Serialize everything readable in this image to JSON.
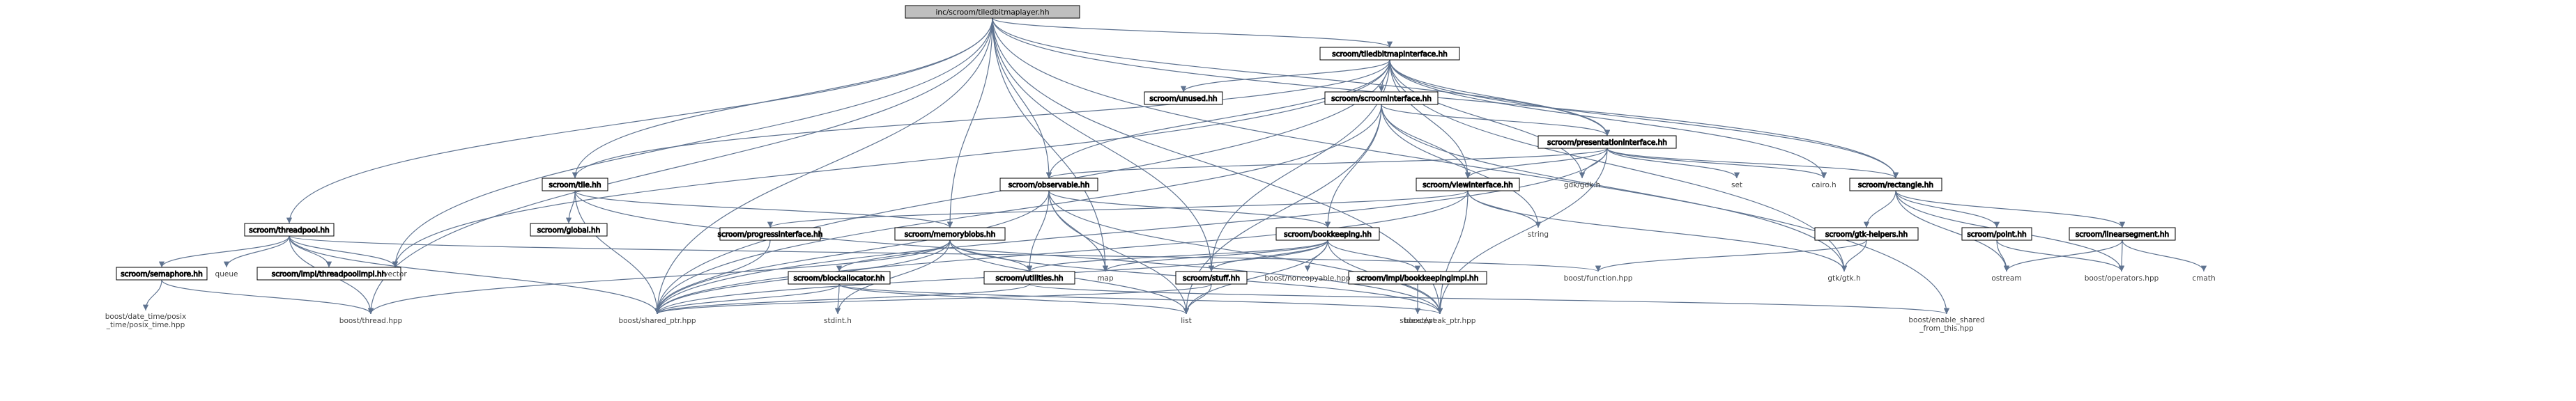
{
  "graph": {
    "root": "inc/scroom/tiledbitmaplayer.hh",
    "nodes": [
      {
        "id": "root",
        "lines": [
          "inc/scroom/tiledbitmaplayer.hh"
        ],
        "kind": "root"
      },
      {
        "id": "tbi",
        "lines": [
          "scroom/tiledbitmapinterface.hh"
        ],
        "kind": "box"
      },
      {
        "id": "unused",
        "lines": [
          "scroom/unused.hh"
        ],
        "kind": "box"
      },
      {
        "id": "scroomif",
        "lines": [
          "scroom/scroominterface.hh"
        ],
        "kind": "box"
      },
      {
        "id": "presif",
        "lines": [
          "scroom/presentationinterface.hh"
        ],
        "kind": "box"
      },
      {
        "id": "rect",
        "lines": [
          "scroom/rectangle.hh"
        ],
        "kind": "box"
      },
      {
        "id": "tile",
        "lines": [
          "scroom/tile.hh"
        ],
        "kind": "box"
      },
      {
        "id": "observable",
        "lines": [
          "scroom/observable.hh"
        ],
        "kind": "box"
      },
      {
        "id": "viewif",
        "lines": [
          "scroom/viewinterface.hh"
        ],
        "kind": "box"
      },
      {
        "id": "global",
        "lines": [
          "scroom/global.hh"
        ],
        "kind": "box"
      },
      {
        "id": "threadpool",
        "lines": [
          "scroom/threadpool.hh"
        ],
        "kind": "box"
      },
      {
        "id": "progress",
        "lines": [
          "scroom/progressinterface.hh"
        ],
        "kind": "box"
      },
      {
        "id": "memblobs",
        "lines": [
          "scroom/memoryblobs.hh"
        ],
        "kind": "box"
      },
      {
        "id": "bookkeeping",
        "lines": [
          "scroom/bookkeeping.hh"
        ],
        "kind": "box"
      },
      {
        "id": "gtkhelpers",
        "lines": [
          "scroom/gtk-helpers.hh"
        ],
        "kind": "box"
      },
      {
        "id": "point",
        "lines": [
          "scroom/point.hh"
        ],
        "kind": "box"
      },
      {
        "id": "linseg",
        "lines": [
          "scroom/linearsegment.hh"
        ],
        "kind": "box"
      },
      {
        "id": "semaphore",
        "lines": [
          "scroom/semaphore.hh"
        ],
        "kind": "box"
      },
      {
        "id": "tpimpl",
        "lines": [
          "scroom/impl/threadpoolimpl.hh"
        ],
        "kind": "box"
      },
      {
        "id": "utilities",
        "lines": [
          "scroom/utilities.hh"
        ],
        "kind": "box"
      },
      {
        "id": "blockalloc",
        "lines": [
          "scroom/blockallocator.hh"
        ],
        "kind": "box"
      },
      {
        "id": "stuff",
        "lines": [
          "scroom/stuff.hh"
        ],
        "kind": "box"
      },
      {
        "id": "bkimpl",
        "lines": [
          "scroom/impl/bookkeepingimpl.hh"
        ],
        "kind": "box"
      },
      {
        "id": "vector",
        "lines": [
          "vector"
        ],
        "kind": "plain"
      },
      {
        "id": "queue",
        "lines": [
          "queue"
        ],
        "kind": "plain"
      },
      {
        "id": "map",
        "lines": [
          "map"
        ],
        "kind": "plain"
      },
      {
        "id": "string",
        "lines": [
          "string"
        ],
        "kind": "plain"
      },
      {
        "id": "set",
        "lines": [
          "set"
        ],
        "kind": "plain"
      },
      {
        "id": "cairo",
        "lines": [
          "cairo.h"
        ],
        "kind": "plain"
      },
      {
        "id": "gdk",
        "lines": [
          "gdk/gdk.h"
        ],
        "kind": "plain"
      },
      {
        "id": "gtk",
        "lines": [
          "gtk/gtk.h"
        ],
        "kind": "plain"
      },
      {
        "id": "ostream",
        "lines": [
          "ostream"
        ],
        "kind": "plain"
      },
      {
        "id": "cmath",
        "lines": [
          "cmath"
        ],
        "kind": "plain"
      },
      {
        "id": "boostops",
        "lines": [
          "boost/operators.hpp"
        ],
        "kind": "plain"
      },
      {
        "id": "boostfunc",
        "lines": [
          "boost/function.hpp"
        ],
        "kind": "plain"
      },
      {
        "id": "boostnoncopy",
        "lines": [
          "boost/noncopyable.hpp"
        ],
        "kind": "plain"
      },
      {
        "id": "boostthread",
        "lines": [
          "boost/thread.hpp"
        ],
        "kind": "plain"
      },
      {
        "id": "boostshared",
        "lines": [
          "boost/shared_ptr.hpp"
        ],
        "kind": "plain"
      },
      {
        "id": "boostweak",
        "lines": [
          "boost/weak_ptr.hpp"
        ],
        "kind": "plain"
      },
      {
        "id": "boostenable",
        "lines": [
          "boost/enable_shared",
          "_from_this.hpp"
        ],
        "kind": "plain"
      },
      {
        "id": "boostposix",
        "lines": [
          "boost/date_time/posix",
          "_time/posix_time.hpp"
        ],
        "kind": "plain"
      },
      {
        "id": "list",
        "lines": [
          "list"
        ],
        "kind": "plain"
      },
      {
        "id": "stdint",
        "lines": [
          "stdint.h"
        ],
        "kind": "plain"
      },
      {
        "id": "stdexcept",
        "lines": [
          "stdexcept"
        ],
        "kind": "plain"
      }
    ],
    "edges": [
      [
        "root",
        "tbi"
      ],
      [
        "root",
        "presif"
      ],
      [
        "root",
        "rect"
      ],
      [
        "root",
        "tile"
      ],
      [
        "root",
        "observable"
      ],
      [
        "root",
        "threadpool"
      ],
      [
        "root",
        "memblobs"
      ],
      [
        "root",
        "stuff"
      ],
      [
        "root",
        "vector"
      ],
      [
        "root",
        "map"
      ],
      [
        "root",
        "boostthread"
      ],
      [
        "root",
        "boostshared"
      ],
      [
        "root",
        "boostweak"
      ],
      [
        "root",
        "boostenable"
      ],
      [
        "tbi",
        "unused"
      ],
      [
        "tbi",
        "scroomif"
      ],
      [
        "tbi",
        "presif"
      ],
      [
        "tbi",
        "rect"
      ],
      [
        "tbi",
        "tile"
      ],
      [
        "tbi",
        "observable"
      ],
      [
        "tbi",
        "viewif"
      ],
      [
        "tbi",
        "stuff"
      ],
      [
        "tbi",
        "vector"
      ],
      [
        "tbi",
        "cairo"
      ],
      [
        "tbi",
        "gdk"
      ],
      [
        "tbi",
        "gtk"
      ],
      [
        "tbi",
        "boostshared"
      ],
      [
        "scroomif",
        "presif"
      ],
      [
        "scroomif",
        "viewif"
      ],
      [
        "scroomif",
        "bookkeeping"
      ],
      [
        "scroomif",
        "string"
      ],
      [
        "scroomif",
        "list"
      ],
      [
        "scroomif",
        "gtk"
      ],
      [
        "scroomif",
        "boostshared"
      ],
      [
        "presif",
        "rect"
      ],
      [
        "presif",
        "observable"
      ],
      [
        "presif",
        "viewif"
      ],
      [
        "presif",
        "set"
      ],
      [
        "presif",
        "cairo"
      ],
      [
        "presif",
        "gdk"
      ],
      [
        "presif",
        "boostweak"
      ],
      [
        "presif",
        "boostshared"
      ],
      [
        "rect",
        "gtkhelpers"
      ],
      [
        "rect",
        "point"
      ],
      [
        "rect",
        "linseg"
      ],
      [
        "rect",
        "ostream"
      ],
      [
        "rect",
        "boostops"
      ],
      [
        "tile",
        "global"
      ],
      [
        "tile",
        "memblobs"
      ],
      [
        "tile",
        "boostshared"
      ],
      [
        "tile",
        "boostweak"
      ],
      [
        "observable",
        "bookkeeping"
      ],
      [
        "observable",
        "utilities"
      ],
      [
        "observable",
        "map"
      ],
      [
        "observable",
        "list"
      ],
      [
        "observable",
        "boostshared"
      ],
      [
        "observable",
        "boostweak"
      ],
      [
        "viewif",
        "progress"
      ],
      [
        "viewif",
        "string"
      ],
      [
        "viewif",
        "gtk"
      ],
      [
        "viewif",
        "boostshared"
      ],
      [
        "viewif",
        "boostweak"
      ],
      [
        "threadpool",
        "semaphore"
      ],
      [
        "threadpool",
        "tpimpl"
      ],
      [
        "threadpool",
        "queue"
      ],
      [
        "threadpool",
        "vector"
      ],
      [
        "threadpool",
        "boostfunc"
      ],
      [
        "threadpool",
        "boostthread"
      ],
      [
        "threadpool",
        "boostshared"
      ],
      [
        "progress",
        "boostshared"
      ],
      [
        "memblobs",
        "blockalloc"
      ],
      [
        "memblobs",
        "utilities"
      ],
      [
        "memblobs",
        "list"
      ],
      [
        "memblobs",
        "stdint"
      ],
      [
        "memblobs",
        "boostshared"
      ],
      [
        "memblobs",
        "boostweak"
      ],
      [
        "memblobs",
        "boostthread"
      ],
      [
        "bookkeeping",
        "utilities"
      ],
      [
        "bookkeeping",
        "stuff"
      ],
      [
        "bookkeeping",
        "bkimpl"
      ],
      [
        "bookkeeping",
        "map"
      ],
      [
        "bookkeeping",
        "list"
      ],
      [
        "bookkeeping",
        "boostnoncopy"
      ],
      [
        "bookkeeping",
        "boostshared"
      ],
      [
        "bookkeeping",
        "boostweak"
      ],
      [
        "gtkhelpers",
        "gtk"
      ],
      [
        "gtkhelpers",
        "boostfunc"
      ],
      [
        "point",
        "ostream"
      ],
      [
        "point",
        "boostops"
      ],
      [
        "linseg",
        "ostream"
      ],
      [
        "linseg",
        "cmath"
      ],
      [
        "linseg",
        "boostops"
      ],
      [
        "semaphore",
        "boostposix"
      ],
      [
        "semaphore",
        "boostthread"
      ],
      [
        "utilities",
        "boostshared"
      ],
      [
        "utilities",
        "boostenable"
      ],
      [
        "blockalloc",
        "list"
      ],
      [
        "blockalloc",
        "stdint"
      ],
      [
        "blockalloc",
        "boostshared"
      ],
      [
        "blockalloc",
        "boostweak"
      ],
      [
        "stuff",
        "list"
      ],
      [
        "stuff",
        "boostshared"
      ],
      [
        "bkimpl",
        "stdexcept"
      ]
    ]
  }
}
